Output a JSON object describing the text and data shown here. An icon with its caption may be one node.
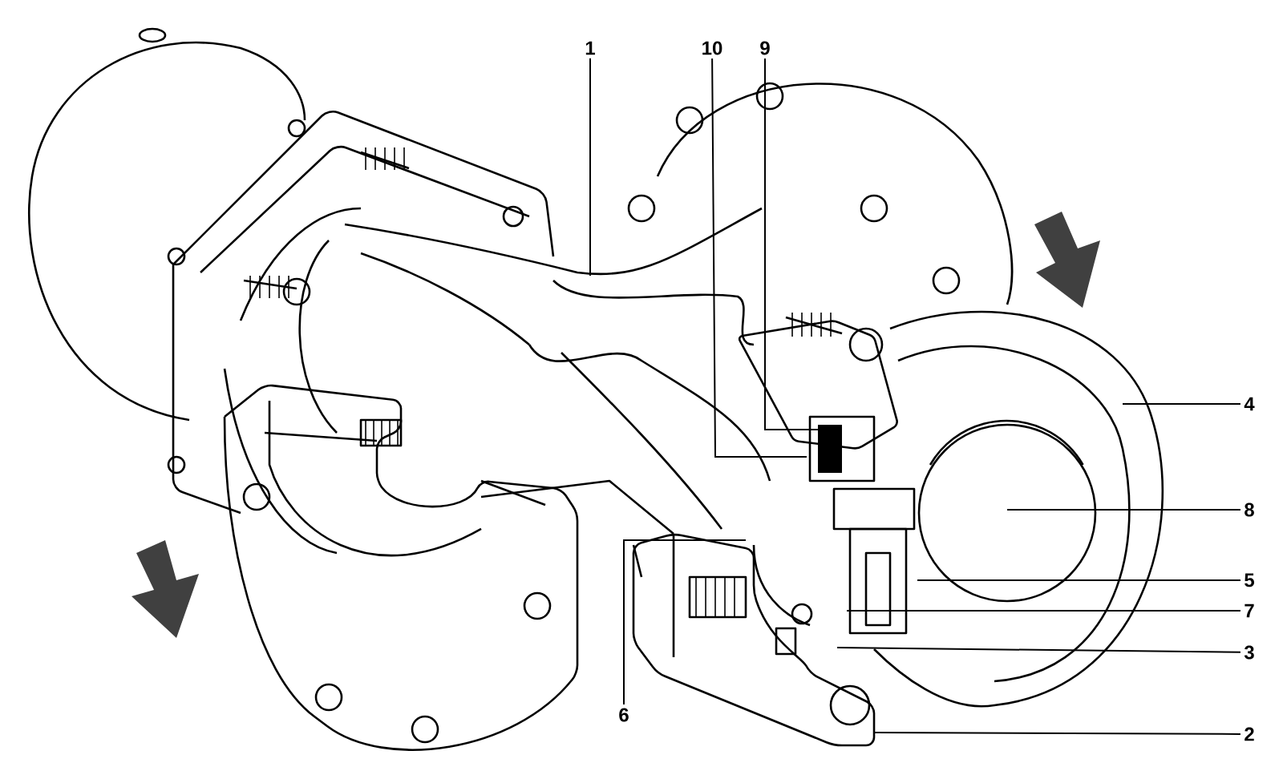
{
  "diagram": {
    "nodes": [
      {
        "text": [
          "1"
        ]
      },
      {
        "text": [
          "10"
        ]
      },
      {
        "text": [
          "9"
        ]
      },
      {
        "text": [
          "4"
        ]
      },
      {
        "text": [
          "8"
        ]
      },
      {
        "text": [
          "5"
        ]
      },
      {
        "text": [
          "7"
        ]
      },
      {
        "text": [
          "3"
        ]
      },
      {
        "text": [
          "6"
        ]
      },
      {
        "text": [
          "2"
        ]
      }
    ],
    "edges": [
      {
        "from": 0,
        "to": null,
        "arrow": "none"
      },
      {
        "from": 1,
        "to": null,
        "arrow": "none"
      },
      {
        "from": 2,
        "to": null,
        "arrow": "none"
      },
      {
        "from": 3,
        "to": null,
        "arrow": "none"
      },
      {
        "from": 4,
        "to": null,
        "arrow": "none"
      },
      {
        "from": 5,
        "to": null,
        "arrow": "none"
      },
      {
        "from": 6,
        "to": null,
        "arrow": "none"
      },
      {
        "from": 7,
        "to": null,
        "arrow": "none"
      },
      {
        "from": 8,
        "to": null,
        "arrow": "none"
      },
      {
        "from": 9,
        "to": null,
        "arrow": "none"
      }
    ]
  }
}
